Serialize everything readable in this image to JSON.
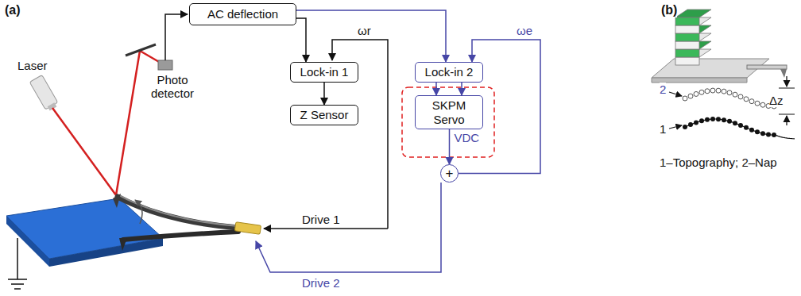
{
  "diagram": {
    "nodes": [
      {
        "text": [
          "AC deflection"
        ]
      },
      {
        "text": [
          "Lock-in 1"
        ]
      },
      {
        "text": [
          "Z Sensor"
        ]
      },
      {
        "text": [
          "Lock-in 2"
        ]
      },
      {
        "text": [
          "SKPM Servo"
        ]
      },
      {
        "text": [
          "+"
        ]
      }
    ],
    "edges": [
      {
        "from": 0,
        "to": 1,
        "arrow": "to"
      },
      {
        "from": 0,
        "to": 3,
        "arrow": "to"
      },
      {
        "from": 1,
        "to": 2,
        "arrow": "to"
      },
      {
        "from": 3,
        "to": 4,
        "arrow": "to"
      },
      {
        "from": 3,
        "to": 4,
        "arrow": "to"
      },
      {
        "from": 4,
        "to": 5,
        "label": "VDC",
        "arrow": "to"
      },
      {
        "from": 5,
        "to": 3,
        "label": "ωe",
        "arrow": "to"
      }
    ],
    "labels": [
      "(a)",
      "(b)",
      "Laser",
      "Photo detector",
      "ωr",
      "Drive 1",
      "Drive 2",
      "2",
      "1",
      "Δz",
      "1–Topography; 2–Nap"
    ]
  }
}
